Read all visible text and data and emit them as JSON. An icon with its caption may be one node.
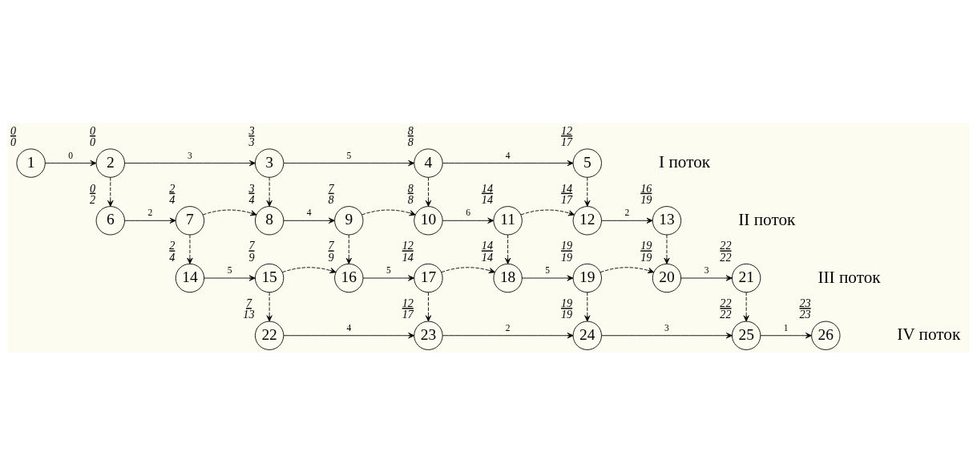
{
  "diagram": {
    "nodes": [
      {
        "text": [
          "1"
        ],
        "beside": [
          "0",
          "0"
        ]
      },
      {
        "text": [
          "2"
        ],
        "beside": [
          "0",
          "0"
        ]
      },
      {
        "text": [
          "3"
        ],
        "beside": [
          "3",
          "3"
        ]
      },
      {
        "text": [
          "4"
        ],
        "beside": [
          "8",
          "8"
        ]
      },
      {
        "text": [
          "5"
        ],
        "beside": [
          "12",
          "17"
        ]
      },
      {
        "text": [
          "6"
        ],
        "beside": [
          "0",
          "2"
        ]
      },
      {
        "text": [
          "7"
        ],
        "beside": [
          "2",
          "4"
        ]
      },
      {
        "text": [
          "8"
        ],
        "beside": [
          "3",
          "4"
        ]
      },
      {
        "text": [
          "9"
        ],
        "beside": [
          "7",
          "8"
        ]
      },
      {
        "text": [
          "10"
        ],
        "beside": [
          "8",
          "8"
        ]
      },
      {
        "text": [
          "11"
        ],
        "beside": [
          "14",
          "14"
        ]
      },
      {
        "text": [
          "12"
        ],
        "beside": [
          "14",
          "17"
        ]
      },
      {
        "text": [
          "13"
        ],
        "beside": [
          "16",
          "19"
        ]
      },
      {
        "text": [
          "14"
        ],
        "beside": [
          "2",
          "4"
        ]
      },
      {
        "text": [
          "15"
        ],
        "beside": [
          "7",
          "9"
        ]
      },
      {
        "text": [
          "16"
        ],
        "beside": [
          "7",
          "9"
        ]
      },
      {
        "text": [
          "17"
        ],
        "beside": [
          "12",
          "14"
        ]
      },
      {
        "text": [
          "18"
        ],
        "beside": [
          "14",
          "14"
        ]
      },
      {
        "text": [
          "19"
        ],
        "beside": [
          "19",
          "19"
        ]
      },
      {
        "text": [
          "20"
        ],
        "beside": [
          "19",
          "19"
        ]
      },
      {
        "text": [
          "21"
        ],
        "beside": [
          "22",
          "22"
        ]
      },
      {
        "text": [
          "22"
        ],
        "beside": [
          "7",
          "13"
        ]
      },
      {
        "text": [
          "23"
        ],
        "beside": [
          "12",
          "17"
        ]
      },
      {
        "text": [
          "24"
        ],
        "beside": [
          "19",
          "19"
        ]
      },
      {
        "text": [
          "25"
        ],
        "beside": [
          "22",
          "22"
        ]
      },
      {
        "text": [
          "26"
        ],
        "beside": [
          "23",
          "23"
        ]
      }
    ],
    "edges": [
      {
        "from": 0,
        "to": 1,
        "arrow": "to",
        "label": "0"
      },
      {
        "from": 1,
        "to": 2,
        "arrow": "to",
        "label": "3"
      },
      {
        "from": 2,
        "to": 3,
        "arrow": "to",
        "label": "5"
      },
      {
        "from": 3,
        "to": 4,
        "arrow": "to",
        "label": "4"
      },
      {
        "from": 1,
        "to": 5,
        "arrow": "to",
        "style": "dashed"
      },
      {
        "from": 2,
        "to": 7,
        "arrow": "to",
        "style": "dashed"
      },
      {
        "from": 3,
        "to": 9,
        "arrow": "to",
        "style": "dashed"
      },
      {
        "from": 4,
        "to": 11,
        "arrow": "to",
        "style": "dashed"
      },
      {
        "from": 5,
        "to": 6,
        "arrow": "to",
        "label": "2"
      },
      {
        "from": 6,
        "to": 7,
        "arrow": "to",
        "style": "dashed"
      },
      {
        "from": 7,
        "to": 8,
        "arrow": "to",
        "label": "4"
      },
      {
        "from": 8,
        "to": 9,
        "arrow": "to",
        "style": "dashed"
      },
      {
        "from": 9,
        "to": 10,
        "arrow": "to",
        "label": "6"
      },
      {
        "from": 10,
        "to": 11,
        "arrow": "to",
        "style": "dashed"
      },
      {
        "from": 11,
        "to": 12,
        "arrow": "to",
        "label": "2"
      },
      {
        "from": 6,
        "to": 13,
        "arrow": "to",
        "style": "dashed"
      },
      {
        "from": 8,
        "to": 15,
        "arrow": "to",
        "style": "dashed"
      },
      {
        "from": 10,
        "to": 17,
        "arrow": "to",
        "style": "dashed"
      },
      {
        "from": 12,
        "to": 19,
        "arrow": "to",
        "style": "dashed"
      },
      {
        "from": 13,
        "to": 14,
        "arrow": "to",
        "label": "5"
      },
      {
        "from": 14,
        "to": 15,
        "arrow": "to",
        "style": "dashed"
      },
      {
        "from": 15,
        "to": 16,
        "arrow": "to",
        "label": "5"
      },
      {
        "from": 16,
        "to": 17,
        "arrow": "to",
        "style": "dashed"
      },
      {
        "from": 17,
        "to": 18,
        "arrow": "to",
        "label": "5"
      },
      {
        "from": 18,
        "to": 19,
        "arrow": "to",
        "style": "dashed"
      },
      {
        "from": 19,
        "to": 20,
        "arrow": "to",
        "label": "3"
      },
      {
        "from": 14,
        "to": 21,
        "arrow": "to",
        "style": "dashed"
      },
      {
        "from": 16,
        "to": 22,
        "arrow": "to",
        "style": "dashed"
      },
      {
        "from": 18,
        "to": 23,
        "arrow": "to",
        "style": "dashed"
      },
      {
        "from": 20,
        "to": 24,
        "arrow": "to",
        "style": "dashed"
      },
      {
        "from": 21,
        "to": 22,
        "arrow": "to",
        "label": "4"
      },
      {
        "from": 22,
        "to": 23,
        "arrow": "to",
        "label": "2"
      },
      {
        "from": 23,
        "to": 24,
        "arrow": "to",
        "label": "3"
      },
      {
        "from": 24,
        "to": 25,
        "arrow": "to",
        "label": "1"
      }
    ],
    "labels": [
      "I поток",
      "II поток",
      "III поток",
      "IV поток"
    ]
  }
}
